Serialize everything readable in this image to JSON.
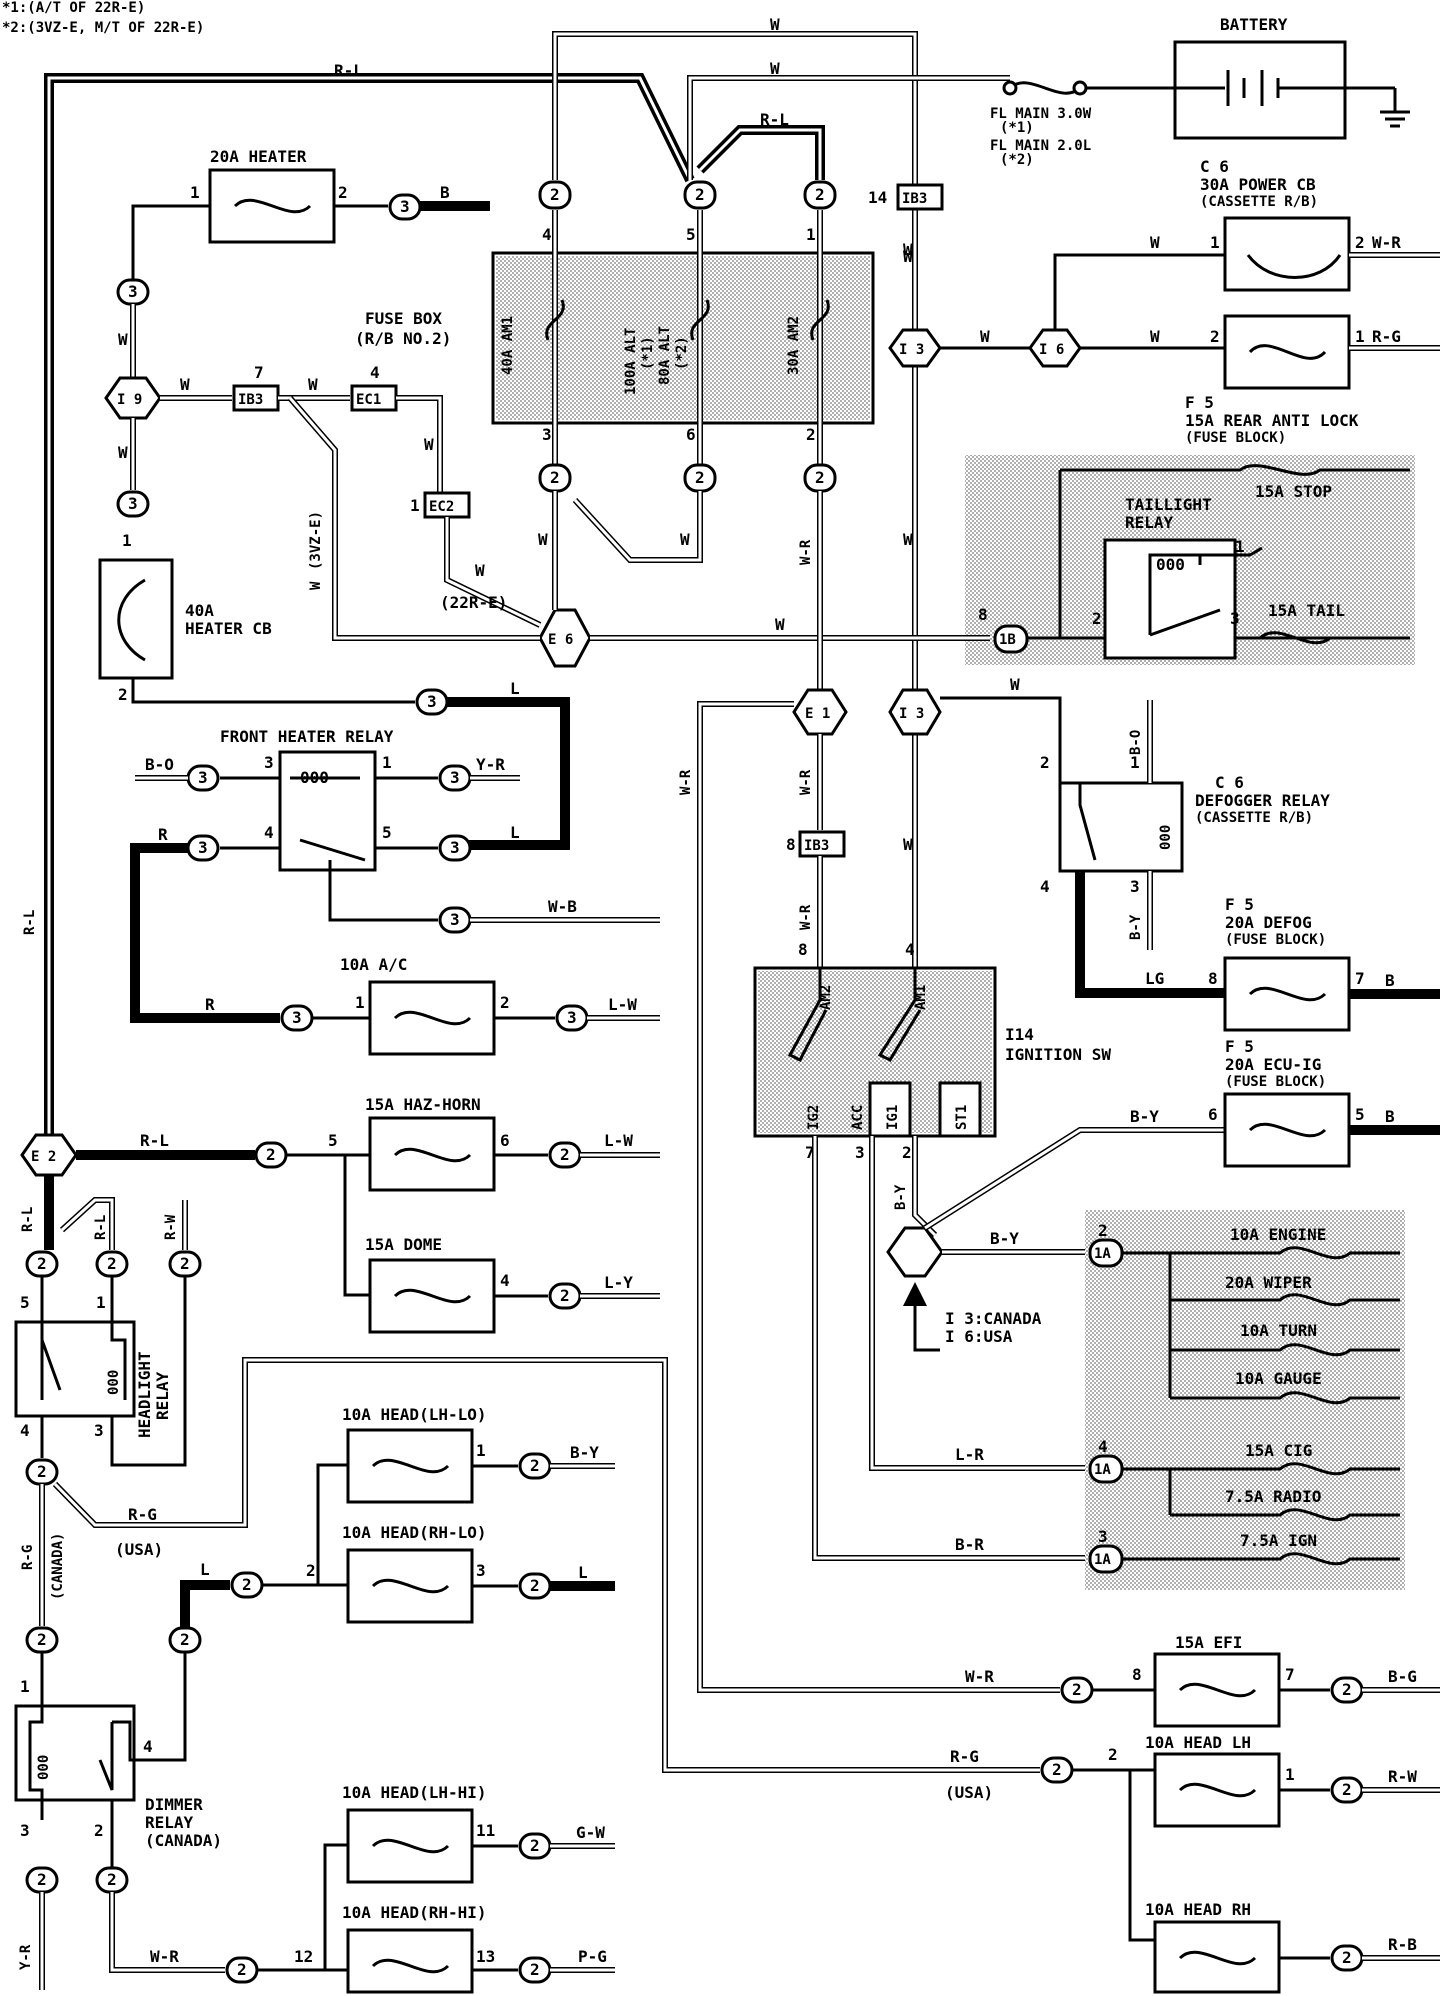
{
  "notes": [
    "*1:(A/T OF 22R-E)",
    "*2:(3VZ-E, M/T OF 22R-E)"
  ],
  "battery": {
    "label": "BATTERY"
  },
  "fusible_links": [
    "FL MAIN 3.0W",
    "(*1)",
    "FL MAIN 2.0L",
    "(*2)"
  ],
  "fuse_box": {
    "label": "FUSE BOX",
    "sub": "(R/B NO.2)",
    "fuses": [
      "40A AM1",
      "100A ALT",
      "(*1)",
      "80A ALT",
      "(*2)",
      "30A AM2"
    ]
  },
  "fuses": {
    "heater": "20A HEATER",
    "power_cb_id": "C 6",
    "power_cb": "30A POWER CB",
    "power_cb_loc": "(CASSETTE R/B)",
    "rear_anti_lock_id": "F 5",
    "rear_anti_lock": "15A REAR ANTI LOCK",
    "rear_anti_lock_loc": "(FUSE BLOCK)",
    "stop": "15A STOP",
    "tail": "15A TAIL",
    "heater_cb": "40A",
    "heater_cb2": "HEATER CB",
    "ac": "10A A/C",
    "haz_horn": "15A HAZ-HORN",
    "dome": "15A DOME",
    "head_lh_lo": "10A HEAD(LH-LO)",
    "head_rh_lo": "10A HEAD(RH-LO)",
    "head_lh_hi": "10A HEAD(LH-HI)",
    "head_rh_hi": "10A HEAD(RH-HI)",
    "defog_id": "F 5",
    "defog": "20A DEFOG",
    "defog_loc": "(FUSE BLOCK)",
    "ecu_ig_id": "F 5",
    "ecu_ig": "20A ECU-IG",
    "ecu_ig_loc": "(FUSE BLOCK)",
    "engine": "10A ENGINE",
    "wiper": "20A WIPER",
    "turn": "10A TURN",
    "gauge": "10A GAUGE",
    "cig": "15A CIG",
    "radio": "7.5A RADIO",
    "ign": "7.5A IGN",
    "efi": "15A EFI",
    "head_lh": "10A HEAD LH",
    "head_rh": "10A HEAD RH"
  },
  "relays": {
    "taillight": [
      "TAILLIGHT",
      "RELAY"
    ],
    "front_heater": "FRONT HEATER RELAY",
    "defogger_id": "C 6",
    "defogger": "DEFOGGER RELAY",
    "defogger_loc": "(CASSETTE R/B)",
    "headlight": [
      "HEADLIGHT",
      "RELAY"
    ],
    "dimmer": [
      "DIMMER",
      "RELAY",
      "(CANADA)"
    ]
  },
  "ignition": {
    "id": "I14",
    "label": "IGNITION SW",
    "terminals": [
      "AM2",
      "AM1",
      "IG2",
      "ACC",
      "IG1",
      "ST1"
    ]
  },
  "connectors": {
    "ib3": "IB3",
    "ec1": "EC1",
    "ec2": "EC2",
    "i9": "I 9",
    "i3": "I 3",
    "i6": "I 6",
    "e6": "E 6",
    "e1": "E 1",
    "e2": "E 2",
    "c1a": "1A",
    "c1b": "1B"
  },
  "variant_note": [
    "I 3:CANADA",
    "I 6:USA"
  ],
  "engine_notes": [
    "(3VZ-E)",
    "(22R-E)"
  ],
  "wire_colors": {
    "w": "W",
    "b": "B",
    "rl": "R-L",
    "wr": "W-R",
    "rg": "R-G",
    "bo": "B-O",
    "yr": "Y-R",
    "r": "R",
    "l": "L",
    "wb": "W-B",
    "lw": "L-W",
    "ly": "L-Y",
    "by": "B-Y",
    "lg": "LG",
    "lr": "L-R",
    "br": "B-R",
    "bg": "B-G",
    "rw": "R-W",
    "rb": "R-B",
    "gw": "G-W",
    "pg": "P-G"
  },
  "locale_tags": {
    "usa": "(USA)",
    "canada": "(CANADA)"
  },
  "pins": [
    "1",
    "2",
    "3",
    "4",
    "5",
    "6",
    "7",
    "8",
    "11",
    "12",
    "13",
    "14"
  ]
}
